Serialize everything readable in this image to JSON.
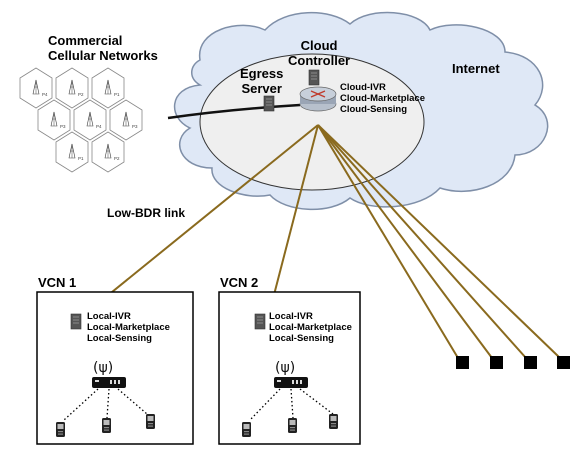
{
  "cellular": {
    "title_line1": "Commercial",
    "title_line2": "Cellular Networks",
    "cell_labels": [
      "P4",
      "P2",
      "P1",
      "P3",
      "P4",
      "P3",
      "P1",
      "P2"
    ]
  },
  "cloud": {
    "controller_line1": "Cloud",
    "controller_line2": "Controller",
    "egress_line1": "Egress",
    "egress_line2": "Server",
    "internet": "Internet",
    "services": [
      "Cloud-IVR",
      "Cloud-Marketplace",
      "Cloud-Sensing"
    ]
  },
  "link_label": "Low-BDR link",
  "vcns": [
    {
      "title": "VCN 1",
      "services": [
        "Local-IVR",
        "Local-Marketplace",
        "Local-Sensing"
      ]
    },
    {
      "title": "VCN 2",
      "services": [
        "Local-IVR",
        "Local-Marketplace",
        "Local-Sensing"
      ]
    }
  ],
  "colors": {
    "cloud_fill": "#dfe8f6",
    "cloud_stroke": "#7f8fa8",
    "link": "#8a6a1e",
    "server": "#555555",
    "router": "#8e9aab",
    "router_arrow": "#c0392b"
  },
  "icons": [
    "server-icon",
    "router-icon",
    "wifi-access-point-icon",
    "mobile-phone-icon",
    "cell-tower-icon"
  ]
}
